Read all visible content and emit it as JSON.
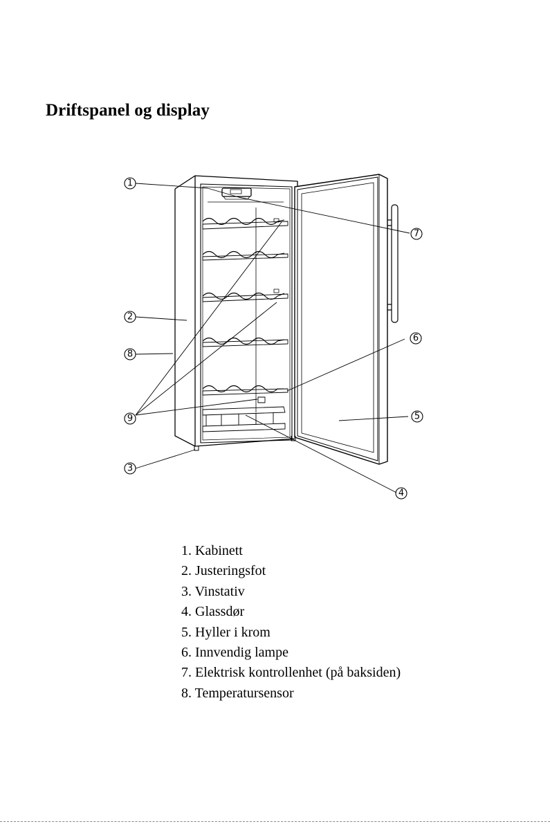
{
  "page": {
    "heading": "Driftspanel og display"
  },
  "figure": {
    "callouts": [
      "1",
      "2",
      "3",
      "4",
      "5",
      "6",
      "7",
      "8",
      "9"
    ]
  },
  "legend": {
    "items": [
      "1. Kabinett",
      "2. Justeringsfot",
      "3. Vinstativ",
      "4. Glassdør",
      "5. Hyller i krom",
      "6. Innvendig lampe",
      "7. Elektrisk kontrollenhet (på baksiden)",
      "8. Temperatursensor"
    ]
  }
}
